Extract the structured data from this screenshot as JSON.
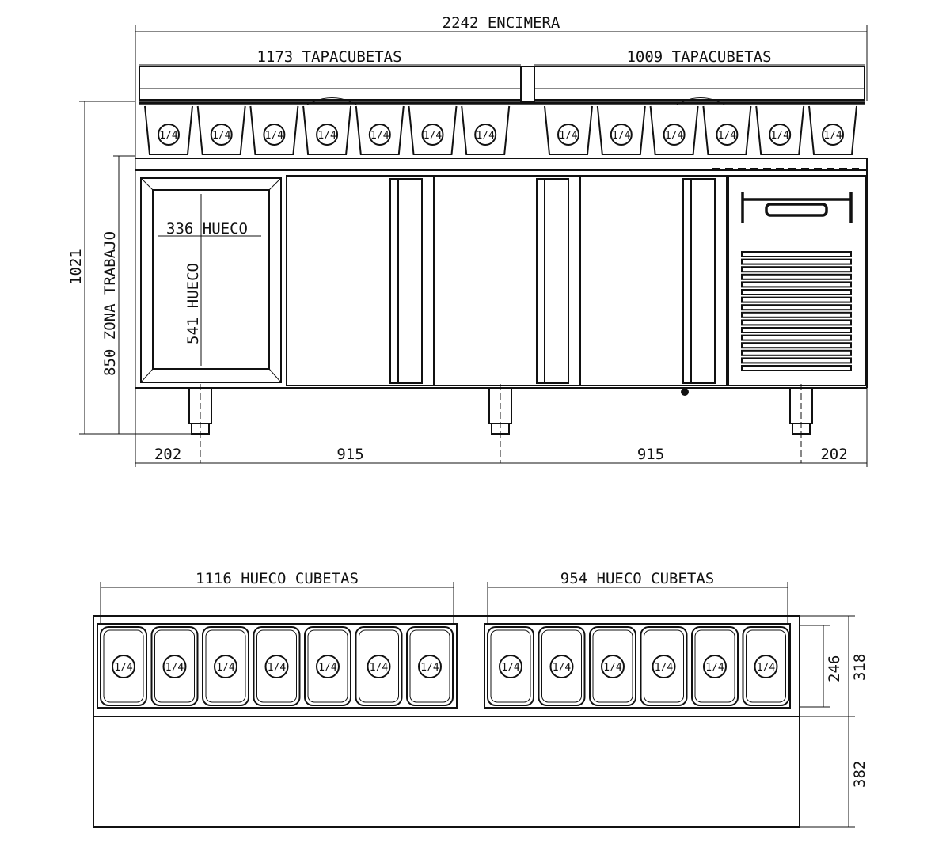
{
  "front_view": {
    "countertop_label": "2242 ENCIMERA",
    "lid_left_label": "1173 TAPACUBETAS",
    "lid_right_label": "1009 TAPACUBETAS",
    "total_height_label": "1021",
    "work_height_label": "850 ZONA TRABAJO",
    "glass_width_label": "336 HUECO",
    "glass_height_label": "541 HUECO",
    "leg_spacing": [
      "202",
      "915",
      "915",
      "202"
    ],
    "pans_left": [
      "1/4",
      "1/4",
      "1/4",
      "1/4",
      "1/4",
      "1/4",
      "1/4"
    ],
    "pans_right": [
      "1/4",
      "1/4",
      "1/4",
      "1/4",
      "1/4",
      "1/4"
    ]
  },
  "top_view": {
    "left_opening_label": "1116 HUECO CUBETAS",
    "right_opening_label": "954 HUECO CUBETAS",
    "pan_depth_label": "246",
    "pan_zone_label": "318",
    "rear_depth_label": "382",
    "pans_left": [
      "1/4",
      "1/4",
      "1/4",
      "1/4",
      "1/4",
      "1/4",
      "1/4"
    ],
    "pans_right": [
      "1/4",
      "1/4",
      "1/4",
      "1/4",
      "1/4",
      "1/4"
    ]
  }
}
